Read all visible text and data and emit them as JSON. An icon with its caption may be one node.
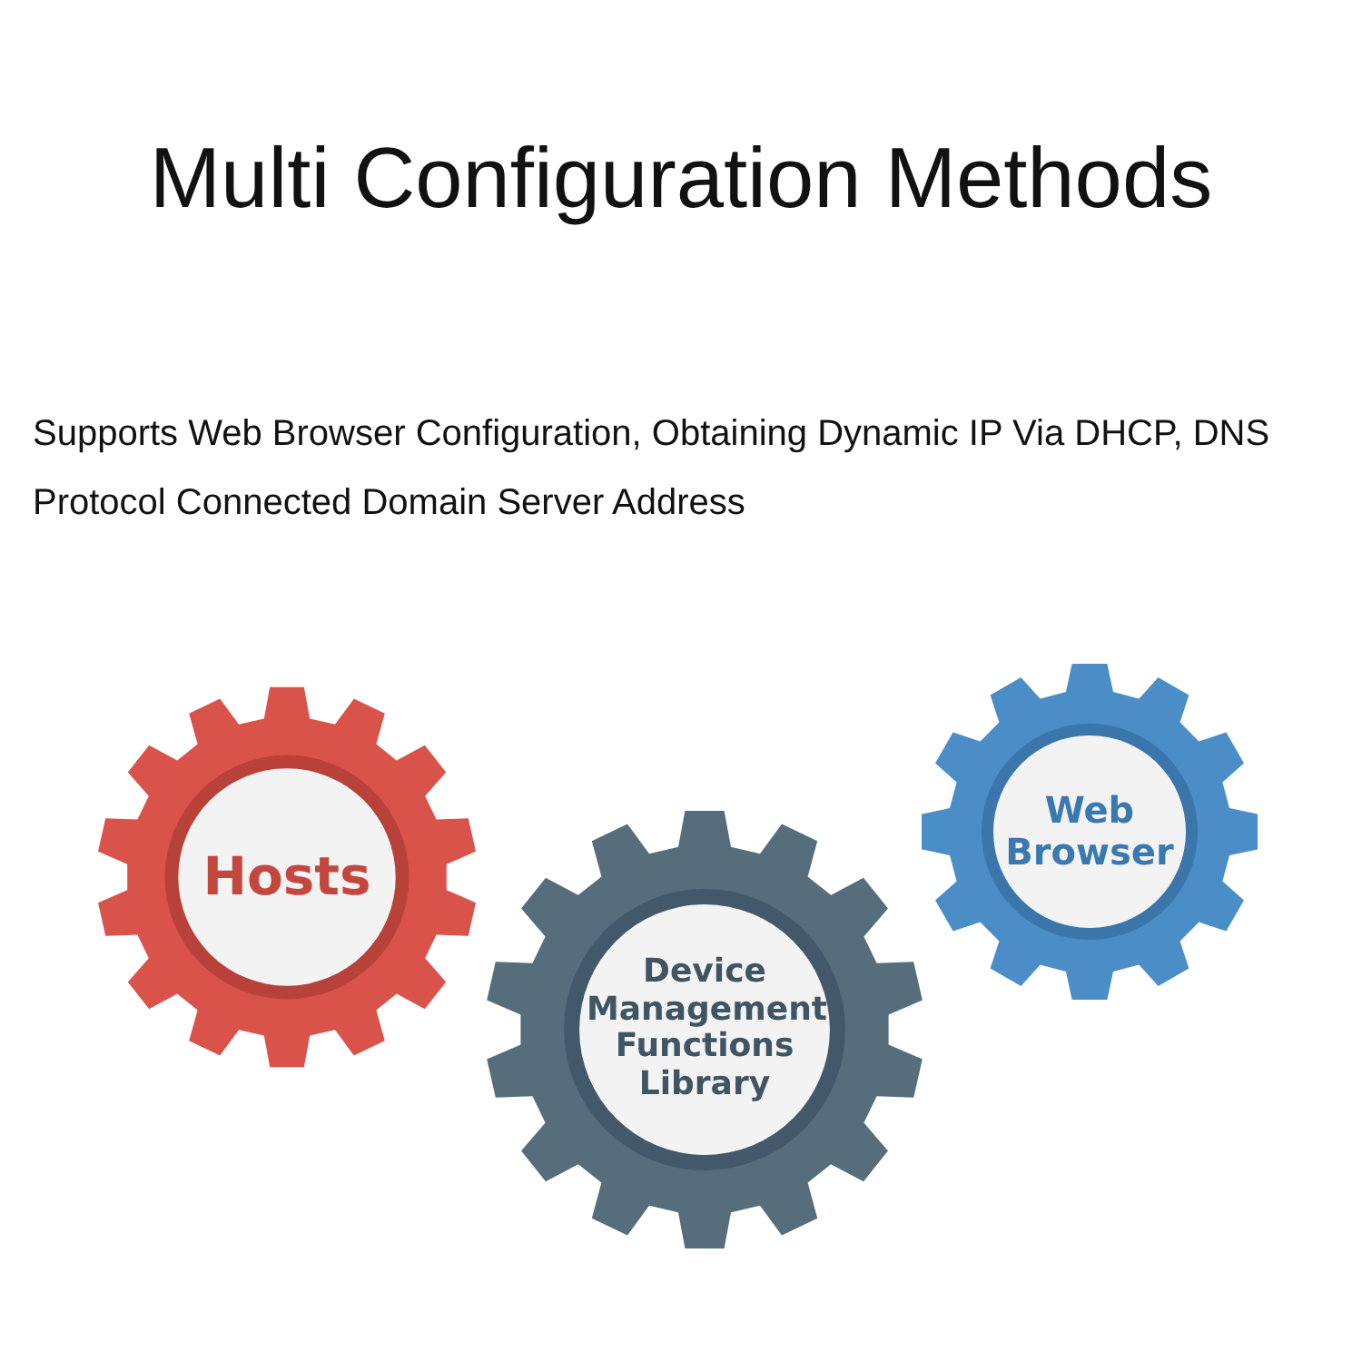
{
  "diagram": {
    "title": "Multi Configuration Methods",
    "nodes": [
      {
        "text": [
          "Hosts"
        ]
      },
      {
        "text": [
          "Device Management Functions Library"
        ]
      },
      {
        "text": [
          "Web Browser"
        ]
      }
    ],
    "labels": [
      "Supports Web Browser Configuration, Obtaining Dynamic IP Via DHCP, DNS Protocol Connected Domain Server Address"
    ]
  }
}
